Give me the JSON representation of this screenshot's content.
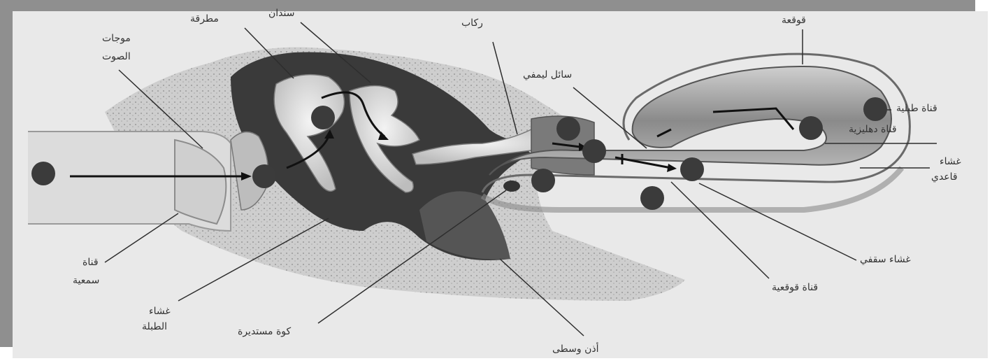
{
  "labels": {
    "hammer": "مطرقة",
    "anvil": "سندان",
    "stirrup": "ركاب",
    "cochlea": "قوقعة",
    "sound_waves_1": "موجات",
    "sound_waves_2": "الصوت",
    "lymph_fluid": "سائل ليمفي",
    "semicircular_canal": "قناة طبلية",
    "vestibular_canal": "قناة دهليزية",
    "basilar_membrane_1": "غشاء",
    "basilar_membrane_2": "قاعدي",
    "ear_canal_1": "قناة",
    "ear_canal_2": "سمعية",
    "eardrum_1": "غشاء",
    "eardrum_2": "الطبلة",
    "round_window": "كوة مستديرة",
    "middle_ear": "أذن وسطى",
    "tectorial_membrane": "غشاء سقفي",
    "cochlear_duct": "قناة قوقعية"
  },
  "colors": {
    "dot": "#3b3b3b",
    "line": "#2e2e2e"
  }
}
